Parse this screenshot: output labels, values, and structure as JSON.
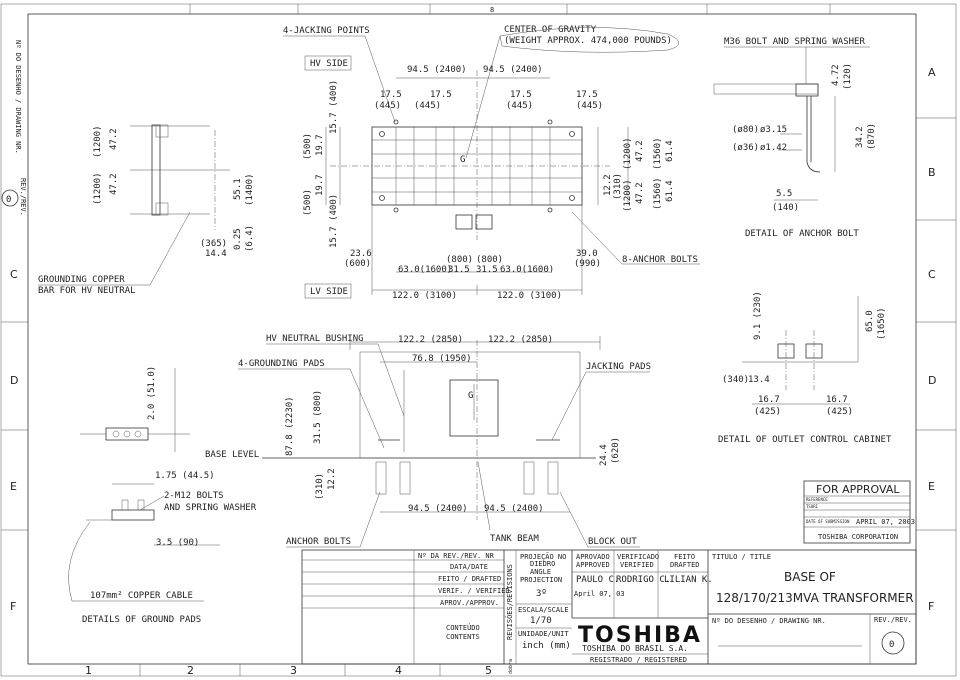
{
  "border": {
    "cols": [
      "1",
      "2",
      "3",
      "4",
      "5"
    ],
    "rows": [
      "A",
      "B",
      "C",
      "D",
      "E",
      "F"
    ],
    "top_num": "8"
  },
  "left_strip": {
    "drawing_no": "Nº DO DESENHO / DRAWING NR.",
    "rev_label": "REV./REV.",
    "rev": "0"
  },
  "top_view": {
    "hv_side": "HV SIDE",
    "lv_side": "LV SIDE",
    "jacking": "4-JACKING POINTS",
    "cog": "CENTER OF GRAVITY",
    "weight": "(WEIGHT APPROX. 474,000 POUNDS)",
    "anchor": "8-ANCHOR BOLTS",
    "d_945a": "94.5 (2400)",
    "d_945b": "94.5 (2400)",
    "d_175": "17.5",
    "d_445": "(445)",
    "d_157": "15.7 (400)",
    "d_500": "(500)",
    "d_197": "19.7",
    "d_236": "23.6",
    "d_600": "(600)",
    "d_63": "63.0(1600)",
    "d_315": "31.5",
    "d_800": "(800)",
    "d_1220": "122.0 (3100)",
    "d_1220b": "122.0 (3100)",
    "d_390": "39.0",
    "d_990": "(990)",
    "d_614": "61.4",
    "d_1560": "(1560)",
    "d_472": "47.2",
    "d_1200": "(1200)",
    "d_122": "12.2",
    "d_310": "(310)",
    "g": "G"
  },
  "side_view": {
    "hv_bushing": "HV NEUTRAL BUSHING",
    "grounding": "4-GROUNDING PADS",
    "jacking_pads": "JACKING PADS",
    "base_level": "BASE LEVEL",
    "anchor": "ANCHOR BOLTS",
    "tank_beam": "TANK BEAM",
    "block_out": "BLOCK OUT",
    "d_1222a": "122.2 (2850)",
    "d_1222b": "122.2 (2850)",
    "d_768": "76.8 (1950)",
    "d_878": "87.8 (2230)",
    "d_315": "31.5 (800)",
    "d_310": "(310)",
    "d_122": "12.2",
    "d_244": "24.4",
    "d_620": "(620)",
    "d_945a": "94.5 (2400)",
    "d_945b": "94.5 (2400)",
    "g": "G"
  },
  "ground_bar": {
    "label1": "GROUNDING COPPER",
    "label2": "BAR FOR HV NEUTRAL",
    "d_472": "47.2",
    "d_1200": "(1200)",
    "d_551": "55.1",
    "d_1400": "(1400)",
    "d_365": "(365)",
    "d_144": "14.4",
    "d_025": "0.25",
    "d_64": "(6.4)"
  },
  "ground_pads": {
    "d_20": "2.0 (51.0)",
    "d_175": "1.75 (44.5)",
    "bolts1": "2-M12 BOLTS",
    "bolts2": "AND SPRING WASHER",
    "d_35": "3.5 (90)",
    "cable": "107mm² COPPER CABLE",
    "title": "DETAILS OF GROUND PADS"
  },
  "anchor_detail": {
    "label": "M36 BOLT AND SPRING WASHER",
    "d_472": "4.72",
    "d_120": "(120)",
    "d_315": "ø3.15",
    "d_80": "(ø80)",
    "d_142": "ø1.42",
    "d_36": "(ø36)",
    "d_342": "34.2",
    "d_870": "(870)",
    "d_55": "5.5",
    "d_140": "(140)",
    "title": "DETAIL OF ANCHOR BOLT"
  },
  "cabinet_detail": {
    "d_91": "9.1 (230)",
    "d_650": "65.0",
    "d_1650": "(1650)",
    "d_340": "(340)",
    "d_134": "13.4",
    "d_167a": "16.7",
    "d_425a": "(425)",
    "d_167b": "16.7",
    "d_425b": "(425)",
    "title": "DETAIL OF OUTLET CONTROL CABINET"
  },
  "approval": {
    "title": "FOR APPROVAL",
    "ref": "REFERENCE",
    "tsuri": "TSURI",
    "date_label": "DATE OF SUBMISSION",
    "date": "APRIL 07, 2003",
    "corp": "TOSHIBA CORPORATION"
  },
  "title_block": {
    "rev_nr": "Nº DA REV./REV. NR",
    "date": "DATA/DATE",
    "drafted": "FEITO / DRAFTED",
    "verified": "VERIF. / VERIFIED",
    "approved": "APROV./APPROV.",
    "contents1": "CONTEÚDO",
    "contents2": "CONTENTS",
    "revisions": "REVISÕES/REVISIONS",
    "proj1": "PROJEÇÃO NO",
    "proj2": "DIEDRO",
    "proj3": "ANGLE",
    "proj4": "PROJECTION",
    "proj_val": "3º",
    "scale_label": "ESCALA/SCALE",
    "scale": "1/70",
    "unit_label": "UNIDADE/UNIT",
    "unit": "inch (mm)",
    "aprov_h1": "APROVADO",
    "aprov_h2": "APPROVED",
    "verif_h1": "VERIFICADO",
    "verif_h2": "VERIFIED",
    "feito_h1": "FEITO",
    "feito_h2": "DRAFTED",
    "aprov_name": "PAULO C.",
    "verif_name": "RODRIGO C.",
    "feito_name": "LILIAN K.",
    "aprov_date": "April 07, 03",
    "logo": "TOSHIBA",
    "company": "TOSHIBA DO BRASIL S.A.",
    "registered": "REGISTRADO / REGISTERED",
    "title_label": "TITULO / TITLE",
    "title1": "BASE OF",
    "title2": "128/170/213MVA TRANSFORMER",
    "dwg_label": "Nº DO DESENHO / DRAWING NR.",
    "rev_label": "REV./REV.",
    "rev": "0",
    "dobra": "dobra"
  }
}
